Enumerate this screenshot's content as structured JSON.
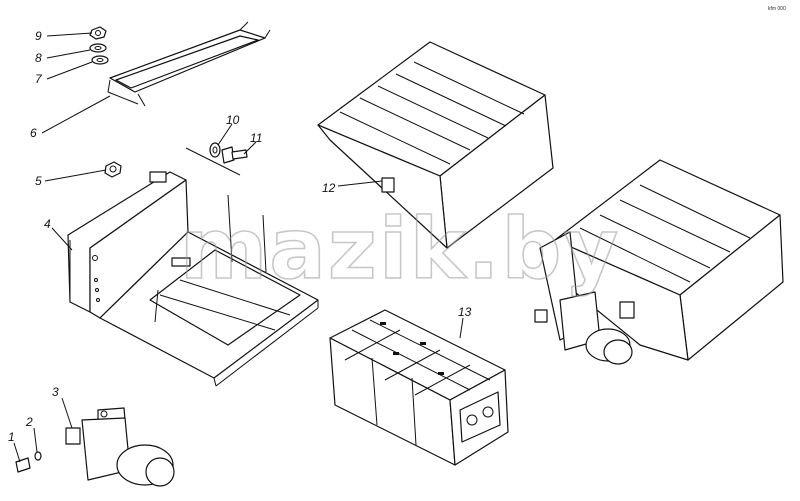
{
  "diagram": {
    "corner_code": "kfm 000",
    "watermark": "mazik.by",
    "callouts": [
      "1",
      "2",
      "3",
      "4",
      "5",
      "6",
      "7",
      "8",
      "9",
      "10",
      "11",
      "12",
      "13"
    ]
  }
}
